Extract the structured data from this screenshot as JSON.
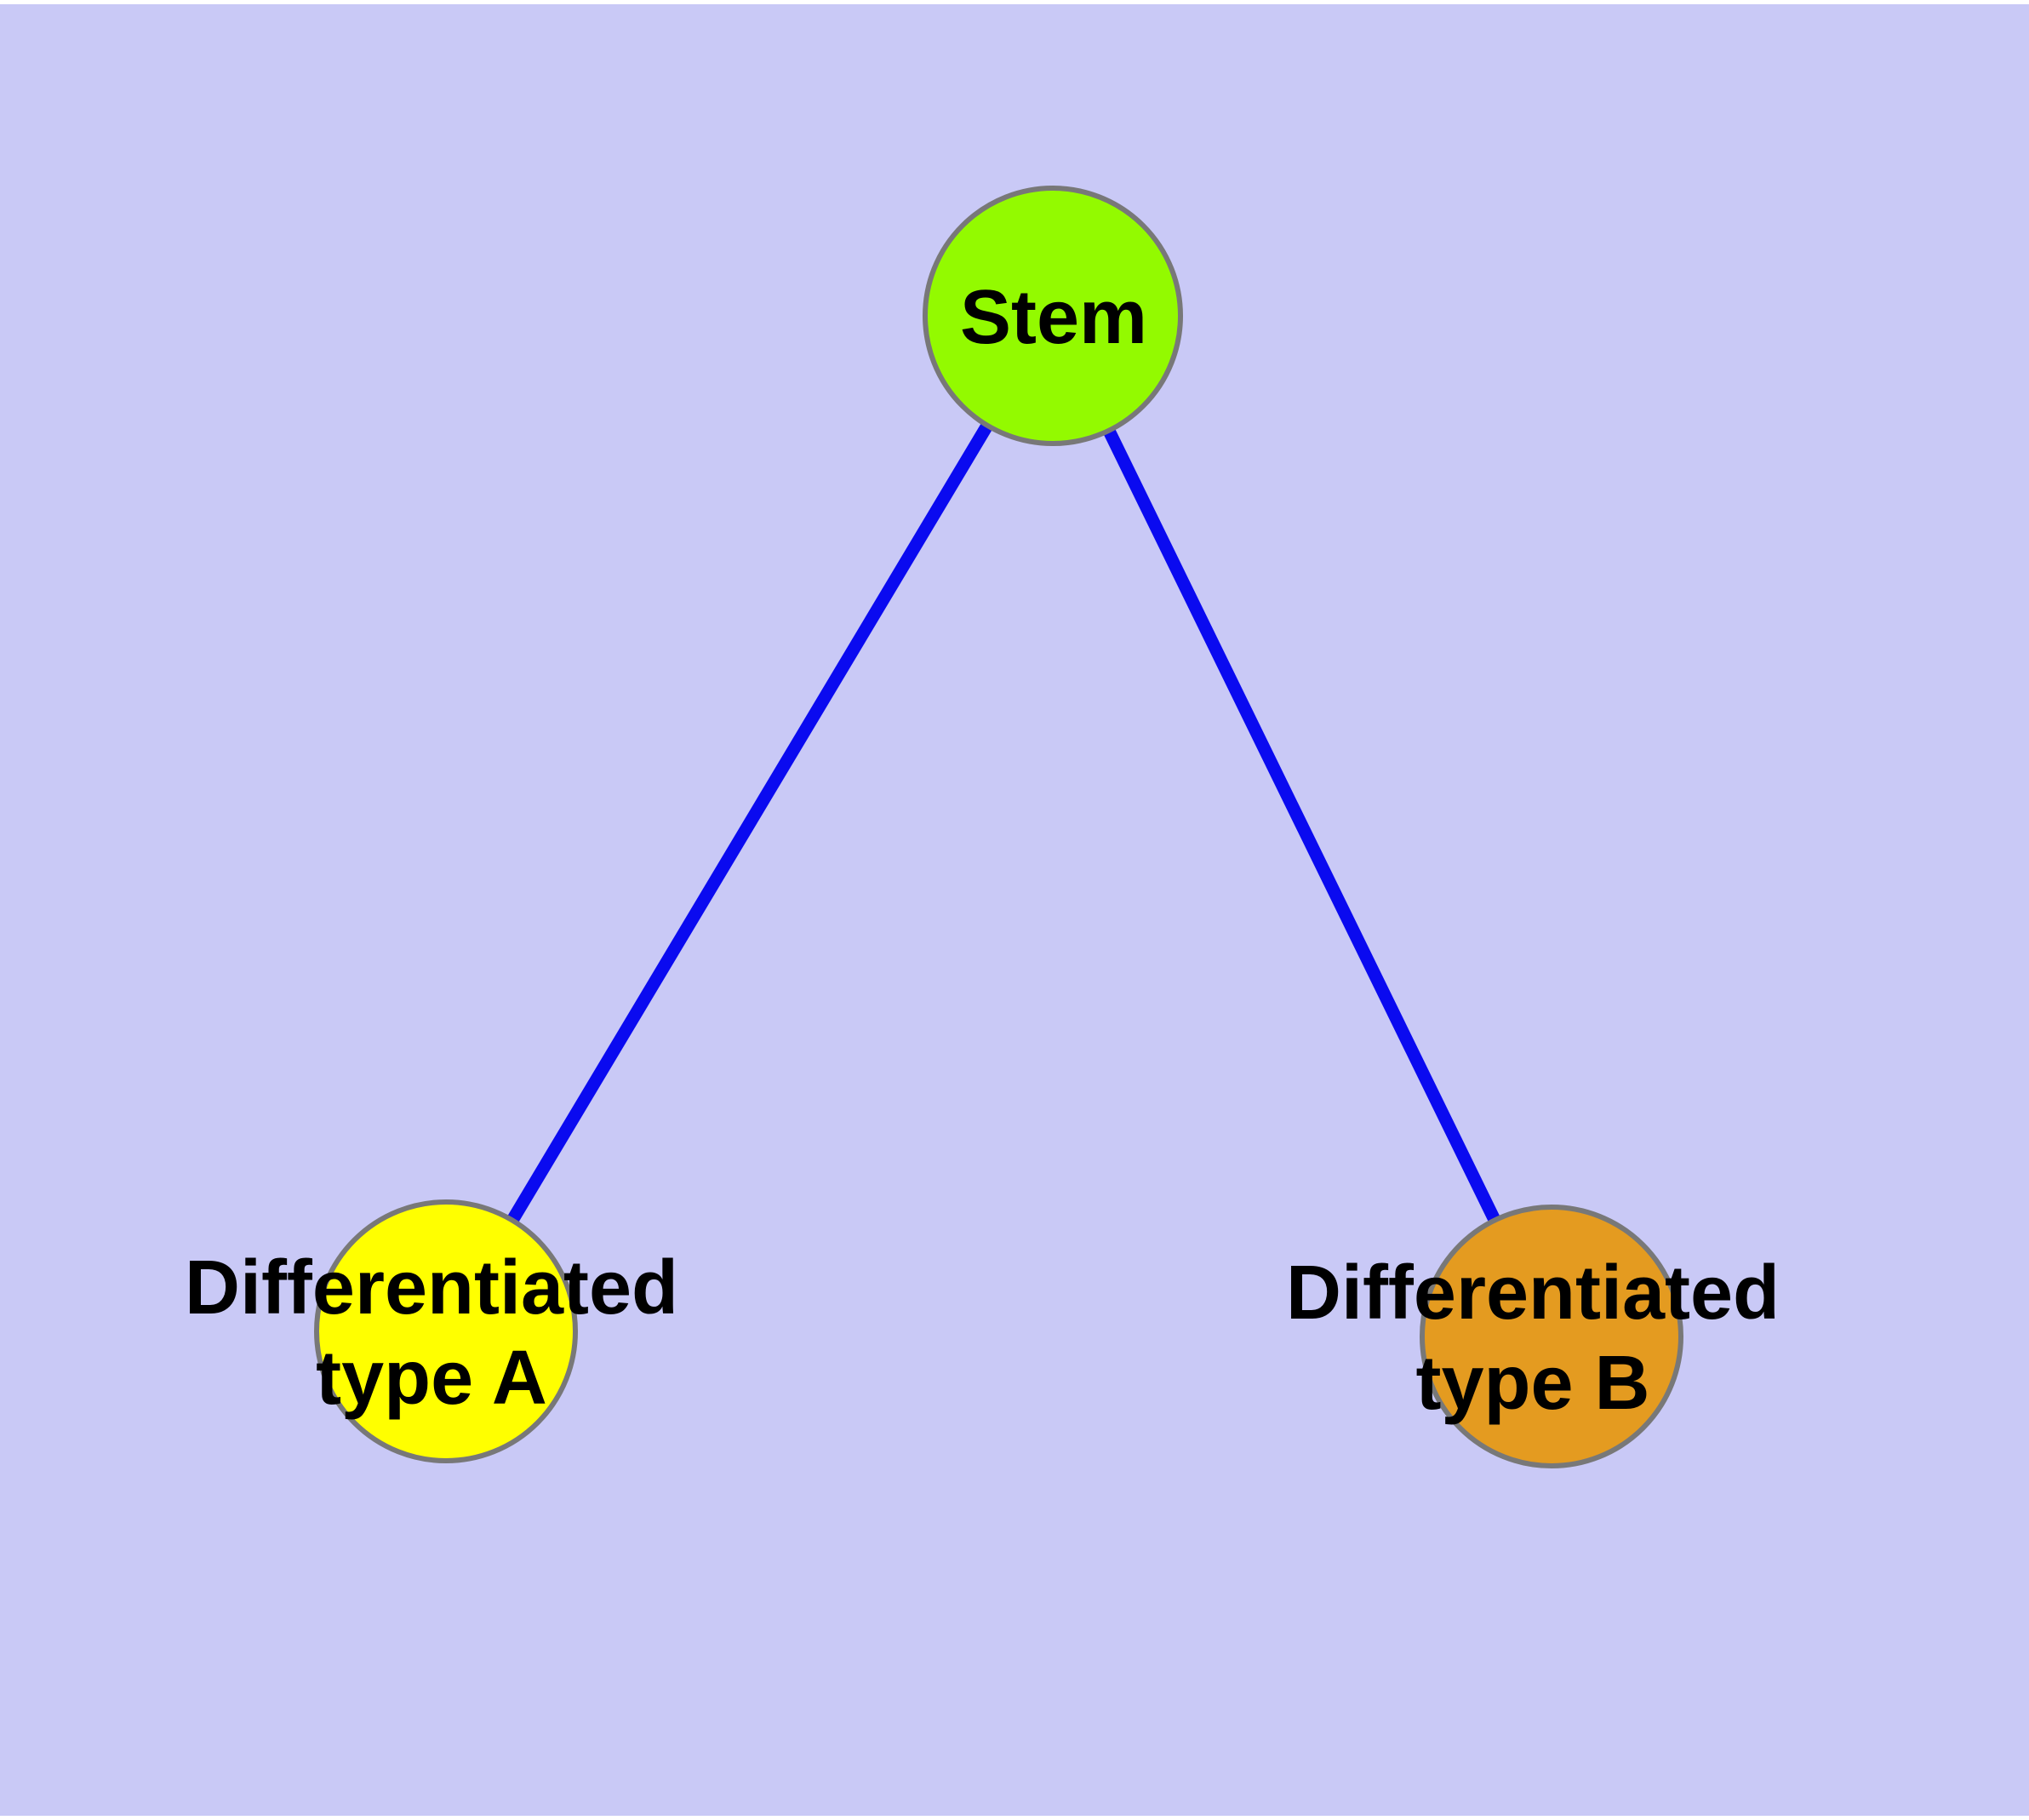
{
  "figure": {
    "type": "graph-diagram",
    "background_color": "#c9c9f6",
    "outer_border_color": "#ffffff",
    "node_outline_color": "#787878",
    "edge_color": "#0a0af0",
    "label_color": "#000000"
  },
  "graph": {
    "nodes": [
      {
        "id": "stem",
        "label": "Stem",
        "label_lines": [
          "Stem"
        ],
        "color": "#93fa00"
      },
      {
        "id": "type-a",
        "label": "Differentiated type A",
        "label_lines": [
          "Differentiated",
          "type A"
        ],
        "color": "#ffff00"
      },
      {
        "id": "type-b",
        "label": "Differentiated type B",
        "label_lines": [
          "Differentiated",
          "type B"
        ],
        "color": "#e49b20"
      }
    ],
    "edges": [
      {
        "from": "Stem",
        "to": "Differentiated type A"
      },
      {
        "from": "Stem",
        "to": "Differentiated type B"
      }
    ]
  }
}
